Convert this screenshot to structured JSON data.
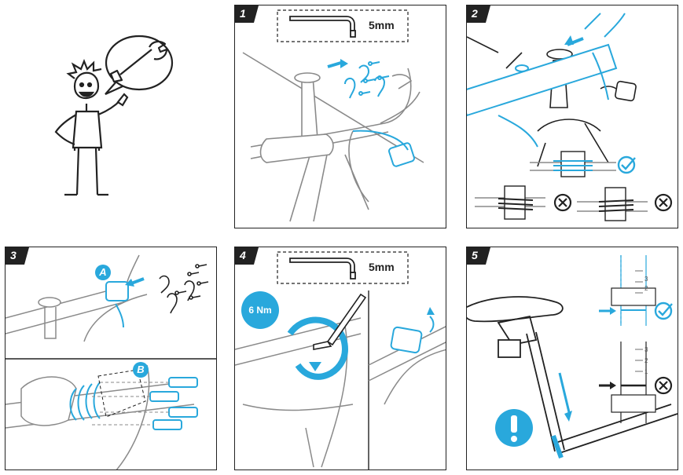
{
  "steps": {
    "step1": {
      "number": "1",
      "tool_label": "5mm"
    },
    "step2": {
      "number": "2"
    },
    "step3": {
      "number": "3",
      "sub_a": "A",
      "sub_b": "B"
    },
    "step4": {
      "number": "4",
      "tool_label": "5mm",
      "torque": "6 Nm"
    },
    "step5": {
      "number": "5",
      "scale_ticks_ok": [
        "3",
        "2"
      ],
      "scale_ticks_bad": [
        "3",
        "2",
        "1"
      ]
    }
  },
  "colors": {
    "accent": "#29a8dc",
    "ink": "#222222",
    "sketch": "#8a8a8a"
  },
  "icons": {
    "wrench_bubble": "wrench-icon",
    "correct": "check-circle-icon",
    "wrong": "x-circle-icon",
    "alert": "exclamation-icon"
  }
}
